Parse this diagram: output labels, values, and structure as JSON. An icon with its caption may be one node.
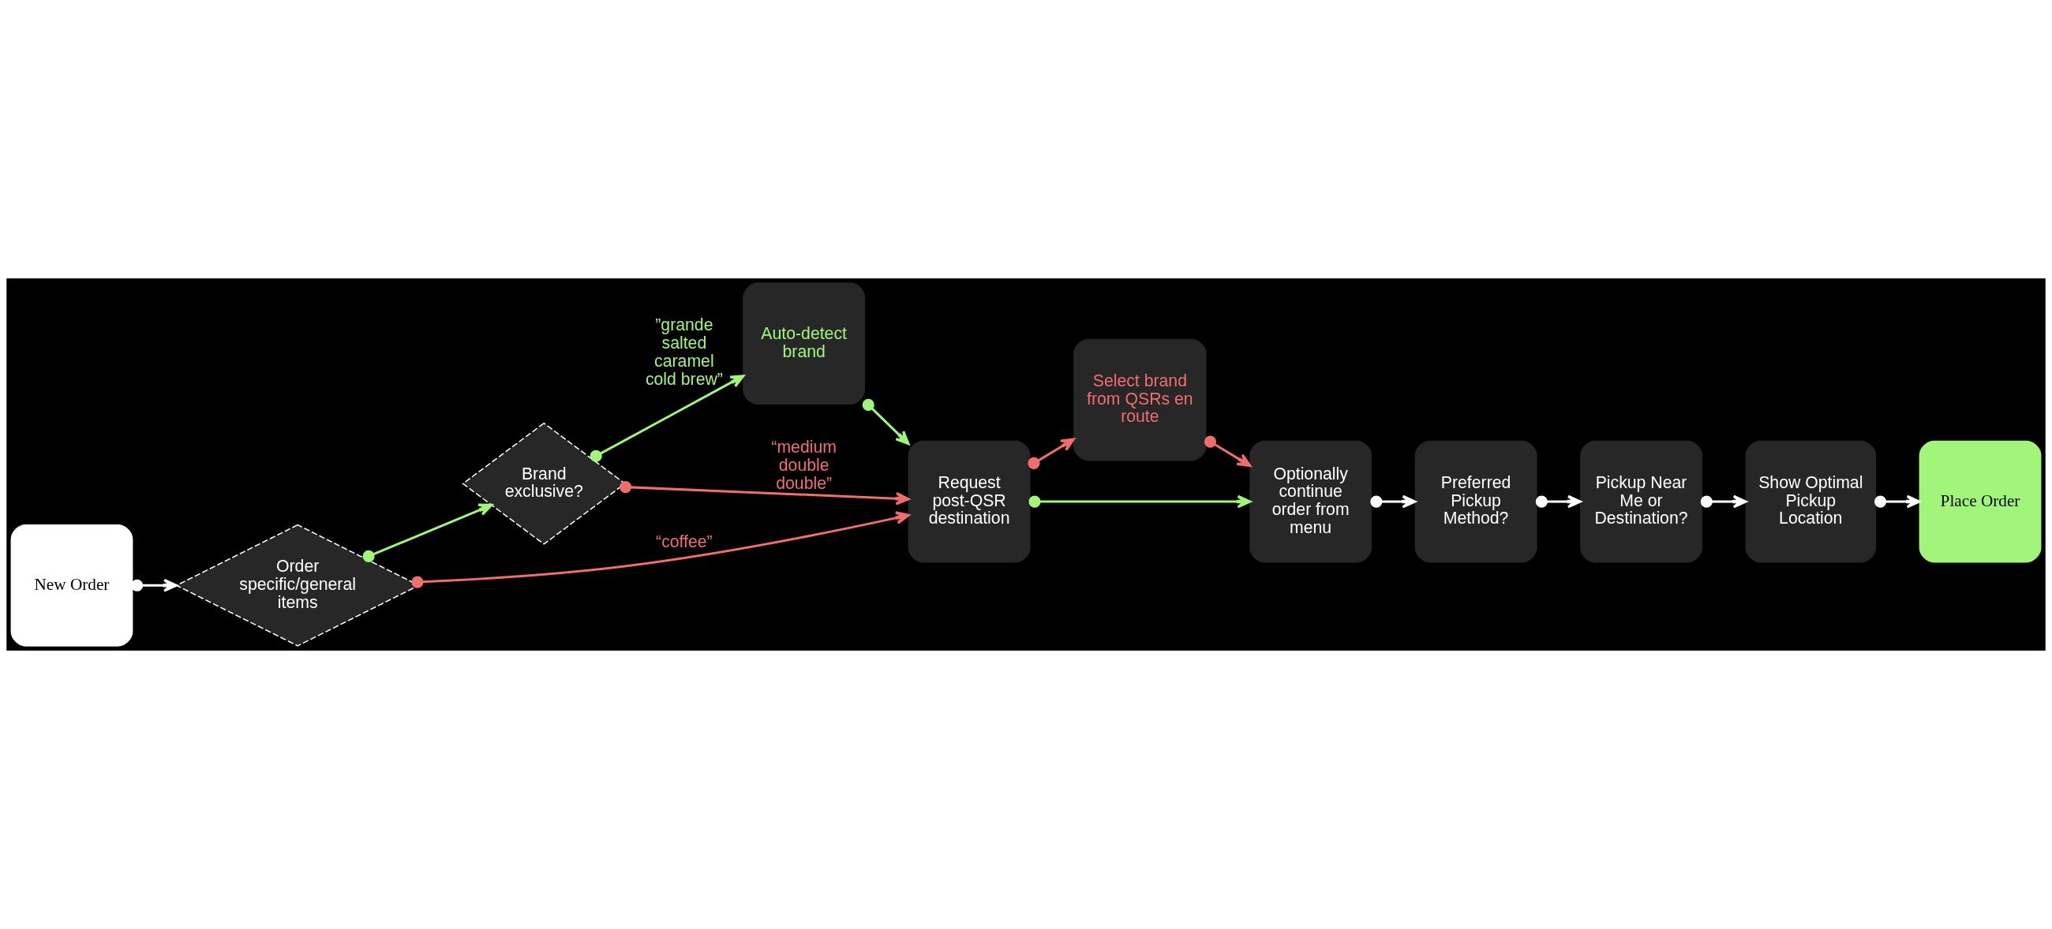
{
  "diagram": {
    "nodes": [
      {
        "text": [
          "New Order"
        ]
      },
      {
        "text": [
          "Order specific/general items"
        ]
      },
      {
        "text": [
          "Brand exclusive?"
        ]
      },
      {
        "text": [
          "Auto-detect brand"
        ]
      },
      {
        "text": [
          "Request post-QSR destination"
        ]
      },
      {
        "text": [
          "Select brand from QSRs en route"
        ]
      },
      {
        "text": [
          "Optionally continue order from menu"
        ]
      },
      {
        "text": [
          "Preferred Pickup Method?"
        ]
      },
      {
        "text": [
          "Pickup Near Me or Destination?"
        ]
      },
      {
        "text": [
          "Show Optimal Pickup Location"
        ]
      },
      {
        "text": [
          "Place Order"
        ]
      }
    ],
    "edges": [
      {
        "from": 0,
        "to": 1,
        "arrow": "to"
      },
      {
        "from": 1,
        "to": 2,
        "arrow": "to",
        "color": "#a0f57a"
      },
      {
        "from": 2,
        "to": 3,
        "arrow": "to",
        "label": "”grande salted caramel cold brew”",
        "color": "#a0f57a"
      },
      {
        "from": 2,
        "to": 4,
        "arrow": "to",
        "label": "“medium double double”",
        "color": "#f26d6d"
      },
      {
        "from": 1,
        "to": 4,
        "arrow": "to",
        "label": "“coffee”",
        "color": "#f26d6d"
      },
      {
        "from": 3,
        "to": 4,
        "arrow": "to",
        "color": "#a0f57a"
      },
      {
        "from": 4,
        "to": 6,
        "arrow": "to",
        "color": "#a0f57a"
      },
      {
        "from": 4,
        "to": 5,
        "arrow": "to",
        "color": "#f26d6d"
      },
      {
        "from": 5,
        "to": 6,
        "arrow": "to",
        "color": "#f26d6d"
      },
      {
        "from": 6,
        "to": 7,
        "arrow": "to"
      },
      {
        "from": 7,
        "to": 8,
        "arrow": "to"
      },
      {
        "from": 8,
        "to": 9,
        "arrow": "to"
      },
      {
        "from": 9,
        "to": 10,
        "arrow": "to"
      }
    ]
  }
}
